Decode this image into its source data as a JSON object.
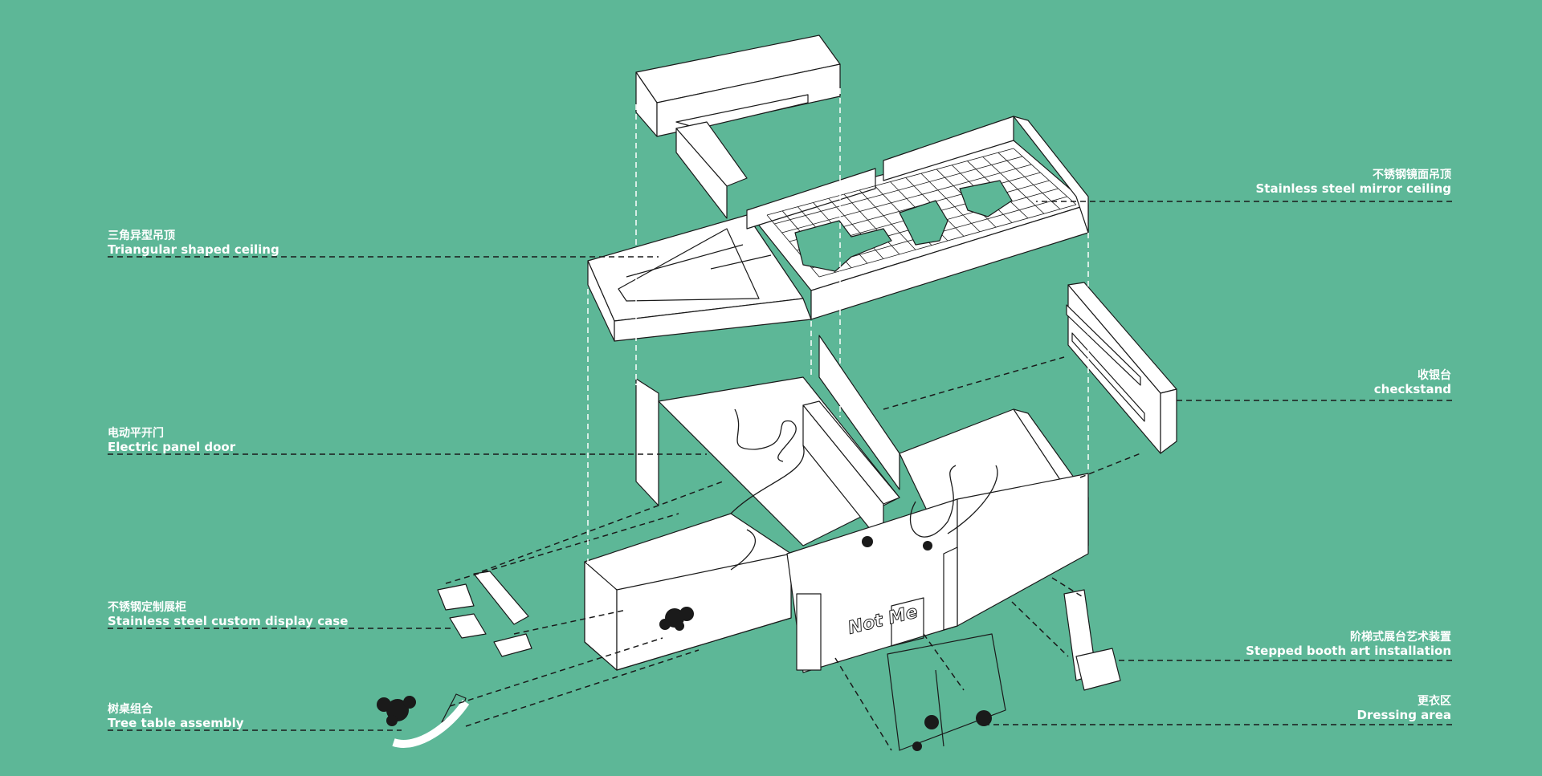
{
  "colors": {
    "background": "#5DB797",
    "line": "#1a1a1a",
    "fill": "#ffffff",
    "accent": "#5DB797"
  },
  "labels": {
    "triangular_ceiling": {
      "cn": "三角异型吊顶",
      "en": "Triangular shaped ceiling"
    },
    "electric_door": {
      "cn": "电动平开门",
      "en": "Electric panel door"
    },
    "display_case": {
      "cn": "不锈钢定制展柜",
      "en": "Stainless steel custom display case"
    },
    "tree_table": {
      "cn": "树桌组合",
      "en": "Tree table assembly"
    },
    "mirror_ceiling": {
      "cn": "不锈钢镜面吊顶",
      "en": "Stainless steel mirror ceiling"
    },
    "checkstand": {
      "cn": "收银台",
      "en": "checkstand"
    },
    "stepped_booth": {
      "cn": "阶梯式展台艺术装置",
      "en": "Stepped booth art installation"
    },
    "dressing_area": {
      "cn": "更衣区",
      "en": "Dressing area"
    }
  },
  "signage": {
    "storefront_logo": "Not Me"
  }
}
